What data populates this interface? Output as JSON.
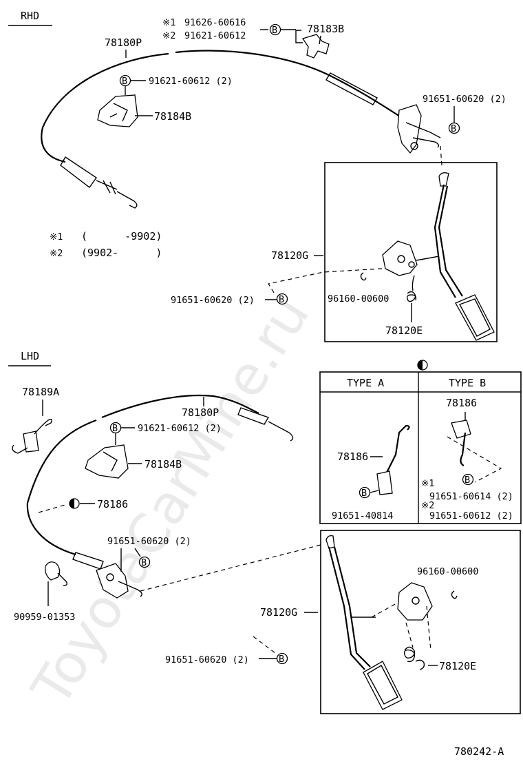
{
  "watermark": "ToyotaCarMine.ru",
  "figure_code": "780242-A",
  "sections": {
    "rhd": "RHD",
    "lhd": "LHD"
  },
  "symbols": {
    "b_circle": "B",
    "note1": "※1",
    "note2": "※2"
  },
  "rhd": {
    "note1_part": "91626-60616",
    "note2_part": "91621-60612",
    "p_78183B": "78183B",
    "p_78180P": "78180P",
    "p_91621_60612": "91621-60612 (2)",
    "p_78184B": "78184B",
    "p_91651_60620_a": "91651-60620 (2)",
    "range1": "(      -9902)",
    "range2": "(9902-      )",
    "p_78120G": "78120G",
    "p_96160_00600": "96160-00600",
    "p_78120E": "78120E",
    "p_91651_60620_b": "91651-60620 (2)"
  },
  "types": {
    "type_a": "TYPE A",
    "type_b": "TYPE B",
    "a_78186": "78186",
    "a_91651_40814": "91651-40814",
    "b_78186": "78186",
    "b_note1_part": "91651-60614 (2)",
    "b_note2_part": "91651-60612 (2)"
  },
  "lhd": {
    "p_78189A": "78189A",
    "p_78180P": "78180P",
    "p_91621_60612": "91621-60612 (2)",
    "p_78184B": "78184B",
    "p_78186": "78186",
    "p_91651_60620_a": "91651-60620 (2)",
    "p_90959_01353": "90959-01353",
    "p_96160_00600": "96160-00600",
    "p_78120G": "78120G",
    "p_78120E": "78120E",
    "p_91651_60620_b": "91651-60620 (2)"
  }
}
